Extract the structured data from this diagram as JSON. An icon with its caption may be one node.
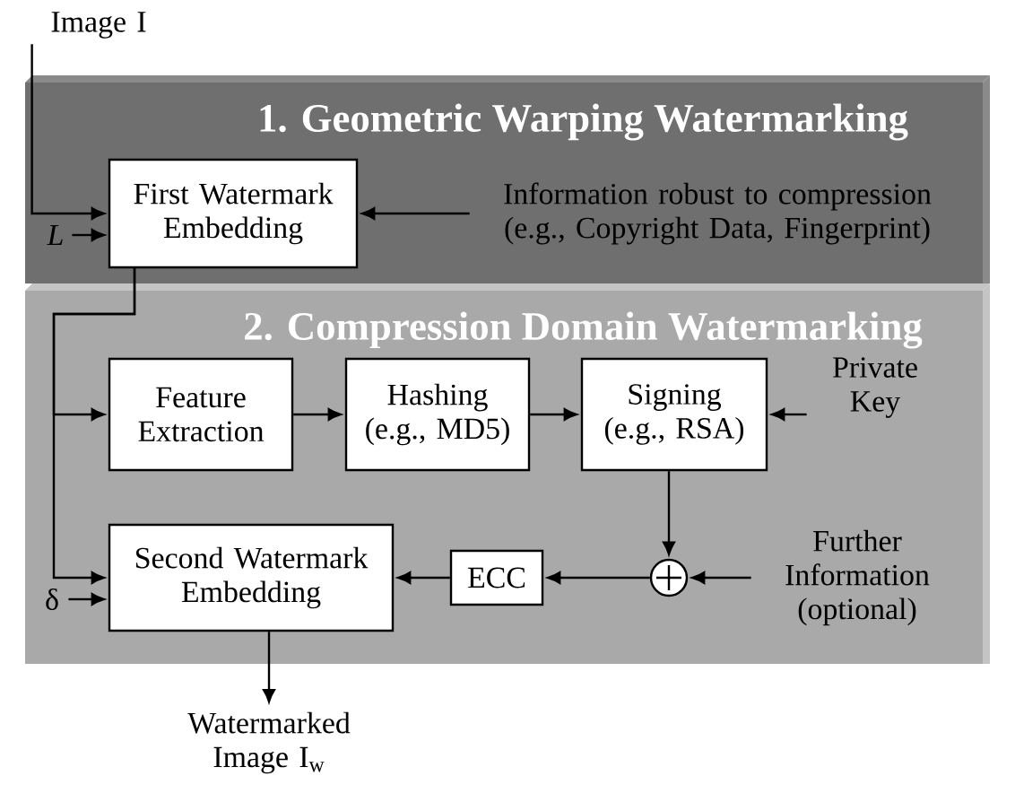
{
  "diagram": {
    "nodes": [
      {
        "text": [
          "1.  Geometric Warping Watermarking"
        ]
      },
      {
        "text": [
          "2.  Compression Domain Watermarking"
        ]
      },
      {
        "text": [
          "Image  I"
        ]
      },
      {
        "text": [
          "First Watermark Embedding"
        ],
        "in": 0
      },
      {
        "text": [
          "L"
        ],
        "in": 0
      },
      {
        "text": [
          "Information robust to compression (e.g., Copyright Data, Fingerprint)"
        ],
        "in": 0
      },
      {
        "text": [
          "Feature Extraction"
        ],
        "in": 1
      },
      {
        "text": [
          "Hashing (e.g., MD5)"
        ],
        "in": 1
      },
      {
        "text": [
          "Signing (e.g., RSA)"
        ],
        "in": 1
      },
      {
        "text": [
          "Private Key"
        ],
        "in": 1
      },
      {
        "text": [
          "Second Watermark Embedding"
        ],
        "in": 1
      },
      {
        "text": [
          "ECC"
        ],
        "in": 1
      },
      {
        "text": [],
        "shape": "circle",
        "in": 1
      },
      {
        "text": [
          "Further Information (optional)"
        ],
        "in": 1
      },
      {
        "text": [
          "δ"
        ],
        "in": 1
      },
      {
        "text": [
          "Watermarked Image  I$_{w}$"
        ]
      }
    ],
    "edges": [
      {
        "from": 2,
        "to": 3,
        "arrow": "to"
      },
      {
        "from": 4,
        "to": 3,
        "arrow": "to"
      },
      {
        "from": 5,
        "to": 3,
        "arrow": "to"
      },
      {
        "from": 3,
        "to": 6,
        "arrow": "to"
      },
      {
        "from": 3,
        "to": 10,
        "arrow": "to"
      },
      {
        "from": 6,
        "to": 7,
        "arrow": "to"
      },
      {
        "from": 7,
        "to": 8,
        "arrow": "to"
      },
      {
        "from": 9,
        "to": 8,
        "arrow": "to"
      },
      {
        "from": 8,
        "to": 12,
        "arrow": "to"
      },
      {
        "from": 13,
        "to": 12,
        "arrow": "to"
      },
      {
        "from": 12,
        "to": 11,
        "arrow": "to"
      },
      {
        "from": 11,
        "to": 10,
        "arrow": "to"
      },
      {
        "from": 14,
        "to": 10,
        "arrow": "to"
      },
      {
        "from": 10,
        "to": 15,
        "arrow": "to"
      }
    ]
  }
}
